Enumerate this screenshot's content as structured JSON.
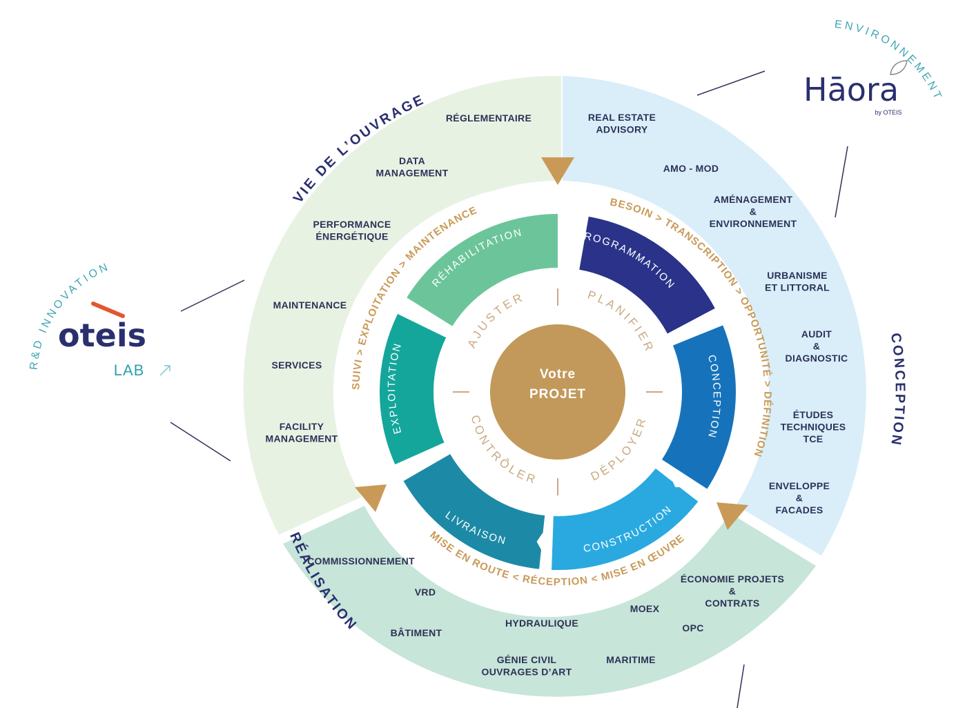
{
  "center": {
    "line1": "Votre",
    "line2": "PROJET"
  },
  "phases": {
    "vie": "VIE DE L’OUVRAGE",
    "conception": "CONCEPTION",
    "realisation": "RÉALISATION"
  },
  "cycle_text": {
    "top_right": "BESOIN > TRANSCRIPTION > OPPORTUNITÉ > DÉFINITION",
    "top_left": "SUIVI > EXPLOITATION > MAINTENANCE",
    "bottom": "MISE EN ROUTE < RÉCEPTION < MISE EN ŒUVRE"
  },
  "segments": {
    "programmation": "PROGRAMMATION",
    "conception": "CONCEPTION",
    "construction": "CONSTRUCTION",
    "livraison": "LIVRAISON",
    "exploitation": "EXPLOITATION",
    "rehabilitation": "RÉHABILITATION"
  },
  "verbs": {
    "ajuster": "AJUSTER",
    "planifier": "PLANIFIER",
    "deployer": "DÉPLOYER",
    "controler": "CONTRÔLER"
  },
  "vie_items": [
    [
      "RÉGLEMENTAIRE"
    ],
    [
      "DATA",
      "MANAGEMENT"
    ],
    [
      "PERFORMANCE",
      "ÉNERGÉTIQUE"
    ],
    [
      "MAINTENANCE"
    ],
    [
      "SERVICES"
    ],
    [
      "FACILITY",
      "MANAGEMENT"
    ]
  ],
  "conception_items": [
    [
      "REAL ESTATE",
      "ADVISORY"
    ],
    [
      "AMO - MOD"
    ],
    [
      "AMÉNAGEMENT",
      "&",
      "ENVIRONNEMENT"
    ],
    [
      "URBANISME",
      "ET LITTORAL"
    ],
    [
      "AUDIT",
      "&",
      "DIAGNOSTIC"
    ],
    [
      "ÉTUDES",
      "TECHNIQUES",
      "TCE"
    ],
    [
      "ENVELOPPE",
      "&",
      "FACADES"
    ]
  ],
  "realisation_items": [
    [
      "COMMISSIONNEMENT"
    ],
    [
      "VRD"
    ],
    [
      "BÂTIMENT"
    ],
    [
      "HYDRAULIQUE"
    ],
    [
      "GÉNIE CIVIL",
      "OUVRAGES D’ART"
    ],
    [
      "MOEX"
    ],
    [
      "MARITIME"
    ],
    [
      "OPC"
    ],
    [
      "ÉCONOMIE PROJETS",
      "&",
      "CONTRATS"
    ]
  ],
  "brands": {
    "haora": {
      "name": "Hāora",
      "by": "by OTEIS",
      "arc": "ENVIRONNEMENT"
    },
    "oteis": {
      "name": "oteis",
      "lab": "LAB",
      "arc": "R&D INNOVATION"
    }
  },
  "colors": {
    "vie_bg": "#e8f2e3",
    "conception_bg": "#d9eef9",
    "realisation_bg": "#c7e5d8",
    "programmation": "#2a3389",
    "conception": "#1673bb",
    "construction": "#2aa9e0",
    "livraison": "#1c8aa6",
    "exploitation": "#14a69a",
    "rehabilitation": "#6cc59a",
    "center": "#c2995a",
    "gold": "#c99a57",
    "navy": "#2a2f6e"
  }
}
